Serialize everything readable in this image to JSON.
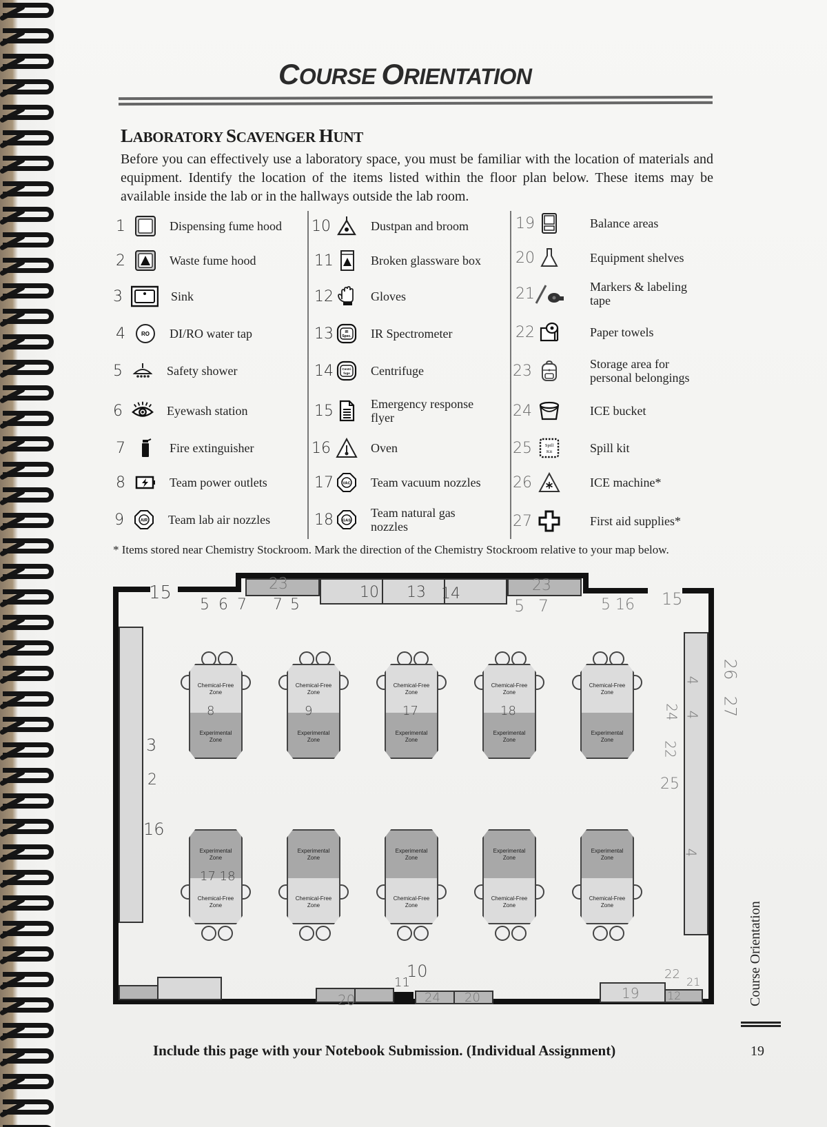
{
  "header": {
    "title_parts": [
      "C",
      "OURSE ",
      "O",
      "RIENTATION"
    ],
    "title": "COURSE ORIENTATION"
  },
  "section": {
    "title_parts": [
      "L",
      "ABORATORY ",
      "S",
      "CAVENGER ",
      "H",
      "UNT"
    ],
    "title": "LABORATORY SCAVENGER HUNT",
    "intro": "Before you can effectively use a laboratory space, you must be familiar with the location of materials and equipment. Identify the location of the items listed within the floor plan below. These items may be available inside the lab or in the hallways outside the lab room."
  },
  "legend": {
    "columns": [
      [
        {
          "num": "1",
          "icon": "dispensing-fume-hood-icon",
          "label": "Dispensing fume hood"
        },
        {
          "num": "2",
          "icon": "waste-fume-hood-icon",
          "label": "Waste fume hood"
        },
        {
          "num": "3",
          "icon": "sink-icon",
          "label": "Sink"
        },
        {
          "num": "4",
          "icon": "ro-tap-icon",
          "label": "DI/RO water tap",
          "icon_text": "RO"
        },
        {
          "num": "5",
          "icon": "safety-shower-icon",
          "label": "Safety shower"
        },
        {
          "num": "6",
          "icon": "eye-icon",
          "label": "Eyewash station"
        },
        {
          "num": "7",
          "icon": "fire-extinguisher-icon",
          "label": "Fire extinguisher"
        },
        {
          "num": "8",
          "icon": "power-outlet-icon",
          "label": "Team power outlets"
        },
        {
          "num": "9",
          "icon": "air-nozzle-icon",
          "label": "Team lab air nozzles",
          "icon_text": "AIR"
        }
      ],
      [
        {
          "num": "10",
          "icon": "dustpan-broom-icon",
          "label": "Dustpan and broom"
        },
        {
          "num": "11",
          "icon": "broken-glass-box-icon",
          "label": "Broken glassware box"
        },
        {
          "num": "12",
          "icon": "gloves-icon",
          "label": "Gloves"
        },
        {
          "num": "13",
          "icon": "ir-spectrometer-icon",
          "label": "IR Spectrometer",
          "icon_text": "IR Spec."
        },
        {
          "num": "14",
          "icon": "centrifuge-icon",
          "label": "Centrifuge",
          "icon_text": "Centri fuge"
        },
        {
          "num": "15",
          "icon": "flyer-document-icon",
          "label": "Emergency response flyer"
        },
        {
          "num": "16",
          "icon": "oven-warning-icon",
          "label": "Oven"
        },
        {
          "num": "17",
          "icon": "vacuum-nozzle-icon",
          "label": "Team vacuum nozzles",
          "icon_text": "VAC"
        },
        {
          "num": "18",
          "icon": "gas-nozzle-icon",
          "label": "Team natural gas nozzles",
          "icon_text": "GAS"
        }
      ],
      [
        {
          "num": "19",
          "icon": "balance-icon",
          "label": "Balance areas"
        },
        {
          "num": "20",
          "icon": "flask-icon",
          "label": "Equipment shelves"
        },
        {
          "num": "21",
          "icon": "marker-tape-icon",
          "label": "Markers & labeling tape"
        },
        {
          "num": "22",
          "icon": "paper-towel-icon",
          "label": "Paper towels"
        },
        {
          "num": "23",
          "icon": "backpack-icon",
          "label": "Storage area for personal belongings"
        },
        {
          "num": "24",
          "icon": "bucket-icon",
          "label": "ICE bucket"
        },
        {
          "num": "25",
          "icon": "spill-kit-icon",
          "label": "Spill kit",
          "icon_text": "Spill Kit"
        },
        {
          "num": "26",
          "icon": "ice-machine-icon",
          "label": "ICE machine*"
        },
        {
          "num": "27",
          "icon": "first-aid-cross-icon",
          "label": "First aid supplies*"
        }
      ]
    ]
  },
  "footnote": "* Items stored near Chemistry Stockroom. Mark the direction of the Chemistry Stockroom relative to your map below.",
  "floor_plan": {
    "bench_labels": {
      "chemical_free": "Chemical-Free Zone",
      "experimental": "Experimental Zone"
    },
    "annotations": {
      "top_left_15": "15",
      "top_567": "5 6 7",
      "top_75": "7 5",
      "top_23_left": "23",
      "top_10": "10",
      "top_13": "13",
      "top_14": "14",
      "top_23_right": "23",
      "top_57": "5 7",
      "top_516": "5 16",
      "top_right_15": "15",
      "bench_8": "8",
      "bench_9": "9",
      "bench_17": "17",
      "bench_18": "18",
      "bench_1718": "17 18",
      "left_3": "3",
      "left_2": "2",
      "left_16": "16",
      "right_24": "24",
      "right_22": "22",
      "right_25": "25",
      "right_4a": "4",
      "right_4b": "4",
      "right_4c": "4",
      "outside_26": "26",
      "outside_27": "27",
      "bottom_20": "20",
      "bottom_11": "11",
      "bottom_10": "10",
      "bottom_24": "24",
      "bottom_20b": "20",
      "bottom_19": "19",
      "bottom_22": "22",
      "bottom_21": "21",
      "bottom_12": "12"
    }
  },
  "footer": {
    "note": "Include this page with your Notebook Submission. (Individual Assignment)",
    "side_tab": "Course Orientation",
    "page_number": "19"
  }
}
